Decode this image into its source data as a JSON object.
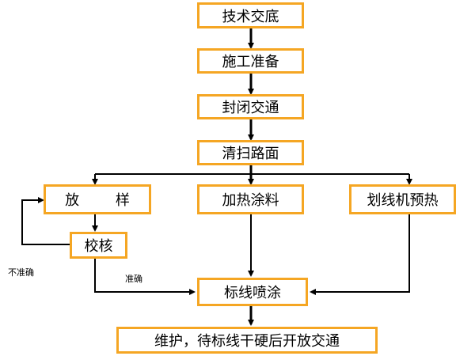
{
  "flowchart": {
    "steps": {
      "technical_briefing": "技术交底",
      "construction_prep": "施工准备",
      "close_traffic": "封闭交通",
      "clean_road": "清扫路面",
      "layout": "放 样",
      "check": "校核",
      "heat_paint": "加热涂料",
      "preheat_machine": "划线机预热",
      "spray_marking": "标线喷涂",
      "maintain_open": "维护，待标线干硬后开放交通"
    },
    "notes": {
      "not_accurate": "不准确",
      "accurate": "准确"
    }
  },
  "colors": {
    "box_border": "#f5a623",
    "line": "#000000"
  }
}
